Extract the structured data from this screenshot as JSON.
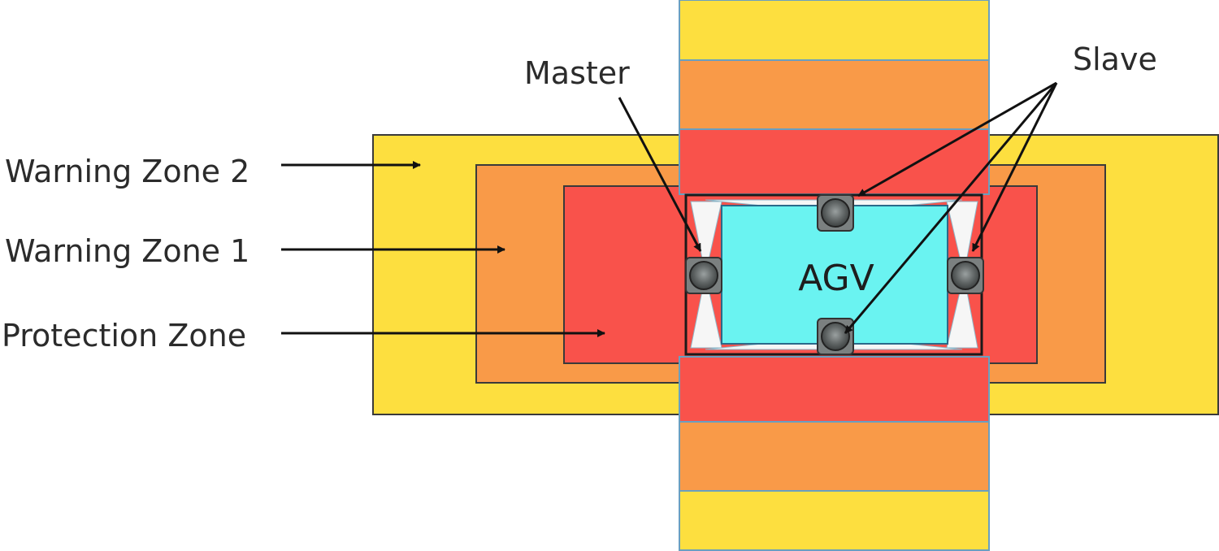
{
  "labels": {
    "warning_zone_2": "Warning Zone 2",
    "warning_zone_1": "Warning Zone 1",
    "protection_zone": "Protection Zone",
    "master": "Master",
    "slave": "Slave",
    "agv": "AGV"
  },
  "colors": {
    "warning_zone_2": "#FDDF3F",
    "warning_zone_1": "#F99A48",
    "protection_zone": "#F9524B",
    "agv_body": "#6AF3F1",
    "sensor": "#6F7474",
    "outline": "#3A3A3A",
    "vertical_band_outline": "#6A9FC0"
  },
  "icons": {
    "sensor": "lidar-sensor-icon",
    "arrow": "arrow-icon"
  }
}
